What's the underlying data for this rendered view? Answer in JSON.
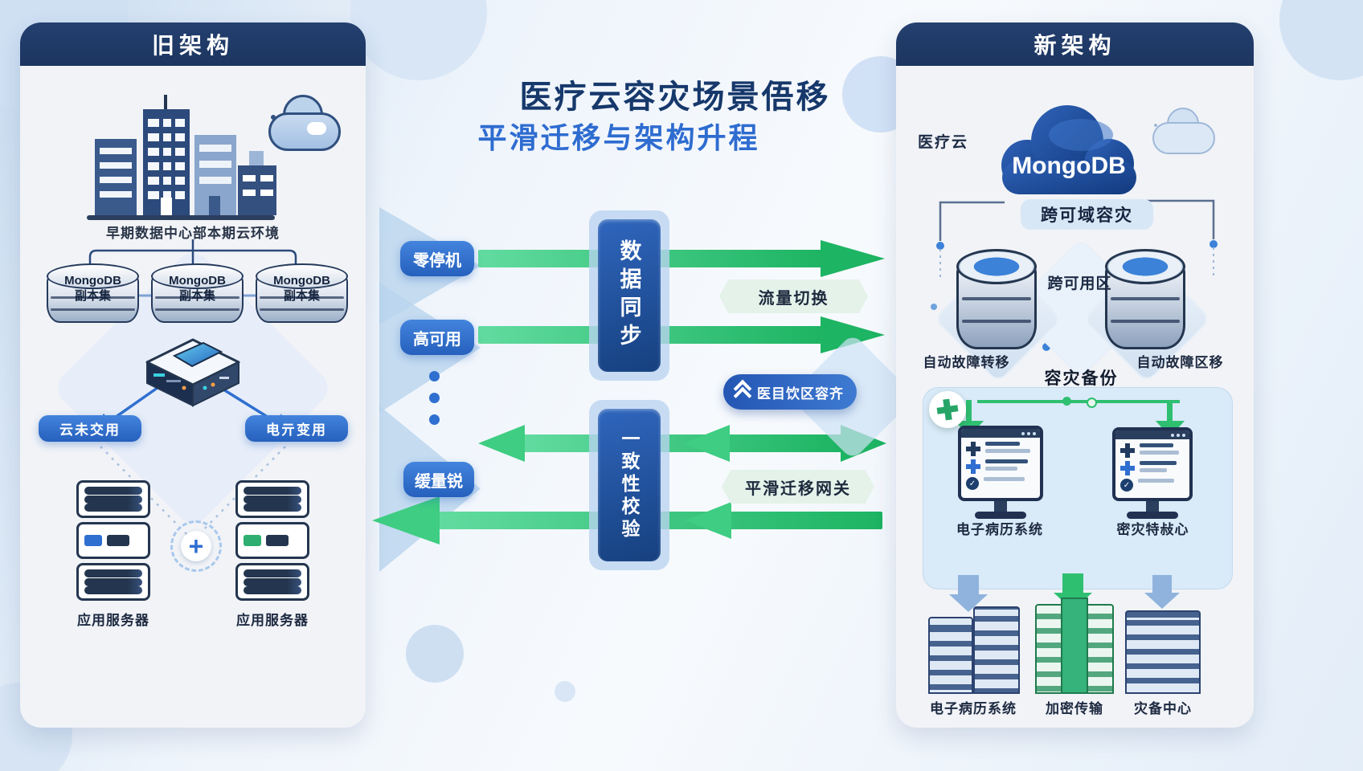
{
  "colors": {
    "header_navy": "#1c3560",
    "accent_blue": "#2f6fd0",
    "green": "#1db463",
    "panel_bg": "#f1f3f7",
    "title_dark": "#16386b",
    "title_blue": "#2e6cd0"
  },
  "left_panel": {
    "title": "旧架构",
    "caption": "早期数据中心部本期云环境",
    "replica_sets": [
      {
        "name": "MongoDB",
        "role": "副本集"
      },
      {
        "name": "MongoDB",
        "role": "副本集"
      },
      {
        "name": "MongoDB",
        "role": "副本集"
      }
    ],
    "app_left": "云未交用",
    "app_right": "电亓变用",
    "server_label_left": "应用服务器",
    "server_label_right": "应用服务器"
  },
  "center": {
    "title_line1": "医疗云容灾场景俉移",
    "title_line2": "平滑迁移与架构升程",
    "pill_1": "零停机",
    "pill_2": "高可用",
    "pill_3": "缓量锐",
    "box_1": "数据同步",
    "box_2": "一致性校验",
    "traffic_switch": "流量切换",
    "ribbon": "医目饮区容齐",
    "gateway": "平滑迁移网关"
  },
  "right_panel": {
    "title": "新架构",
    "cloud_tag": "医疗云",
    "cloud_brand": "MongoDB",
    "cross_region": "跨可域容灾",
    "cross_zone": "跨可用区",
    "failover_left": "自动故障转移",
    "failover_right": "自动故障区移",
    "backup_title": "容灾备份",
    "monitor_left": "电子病历系统",
    "monitor_right": "密灾特敊心",
    "building_left": "电子病历系统",
    "building_center": "加密传输",
    "building_right": "灾备中心"
  }
}
